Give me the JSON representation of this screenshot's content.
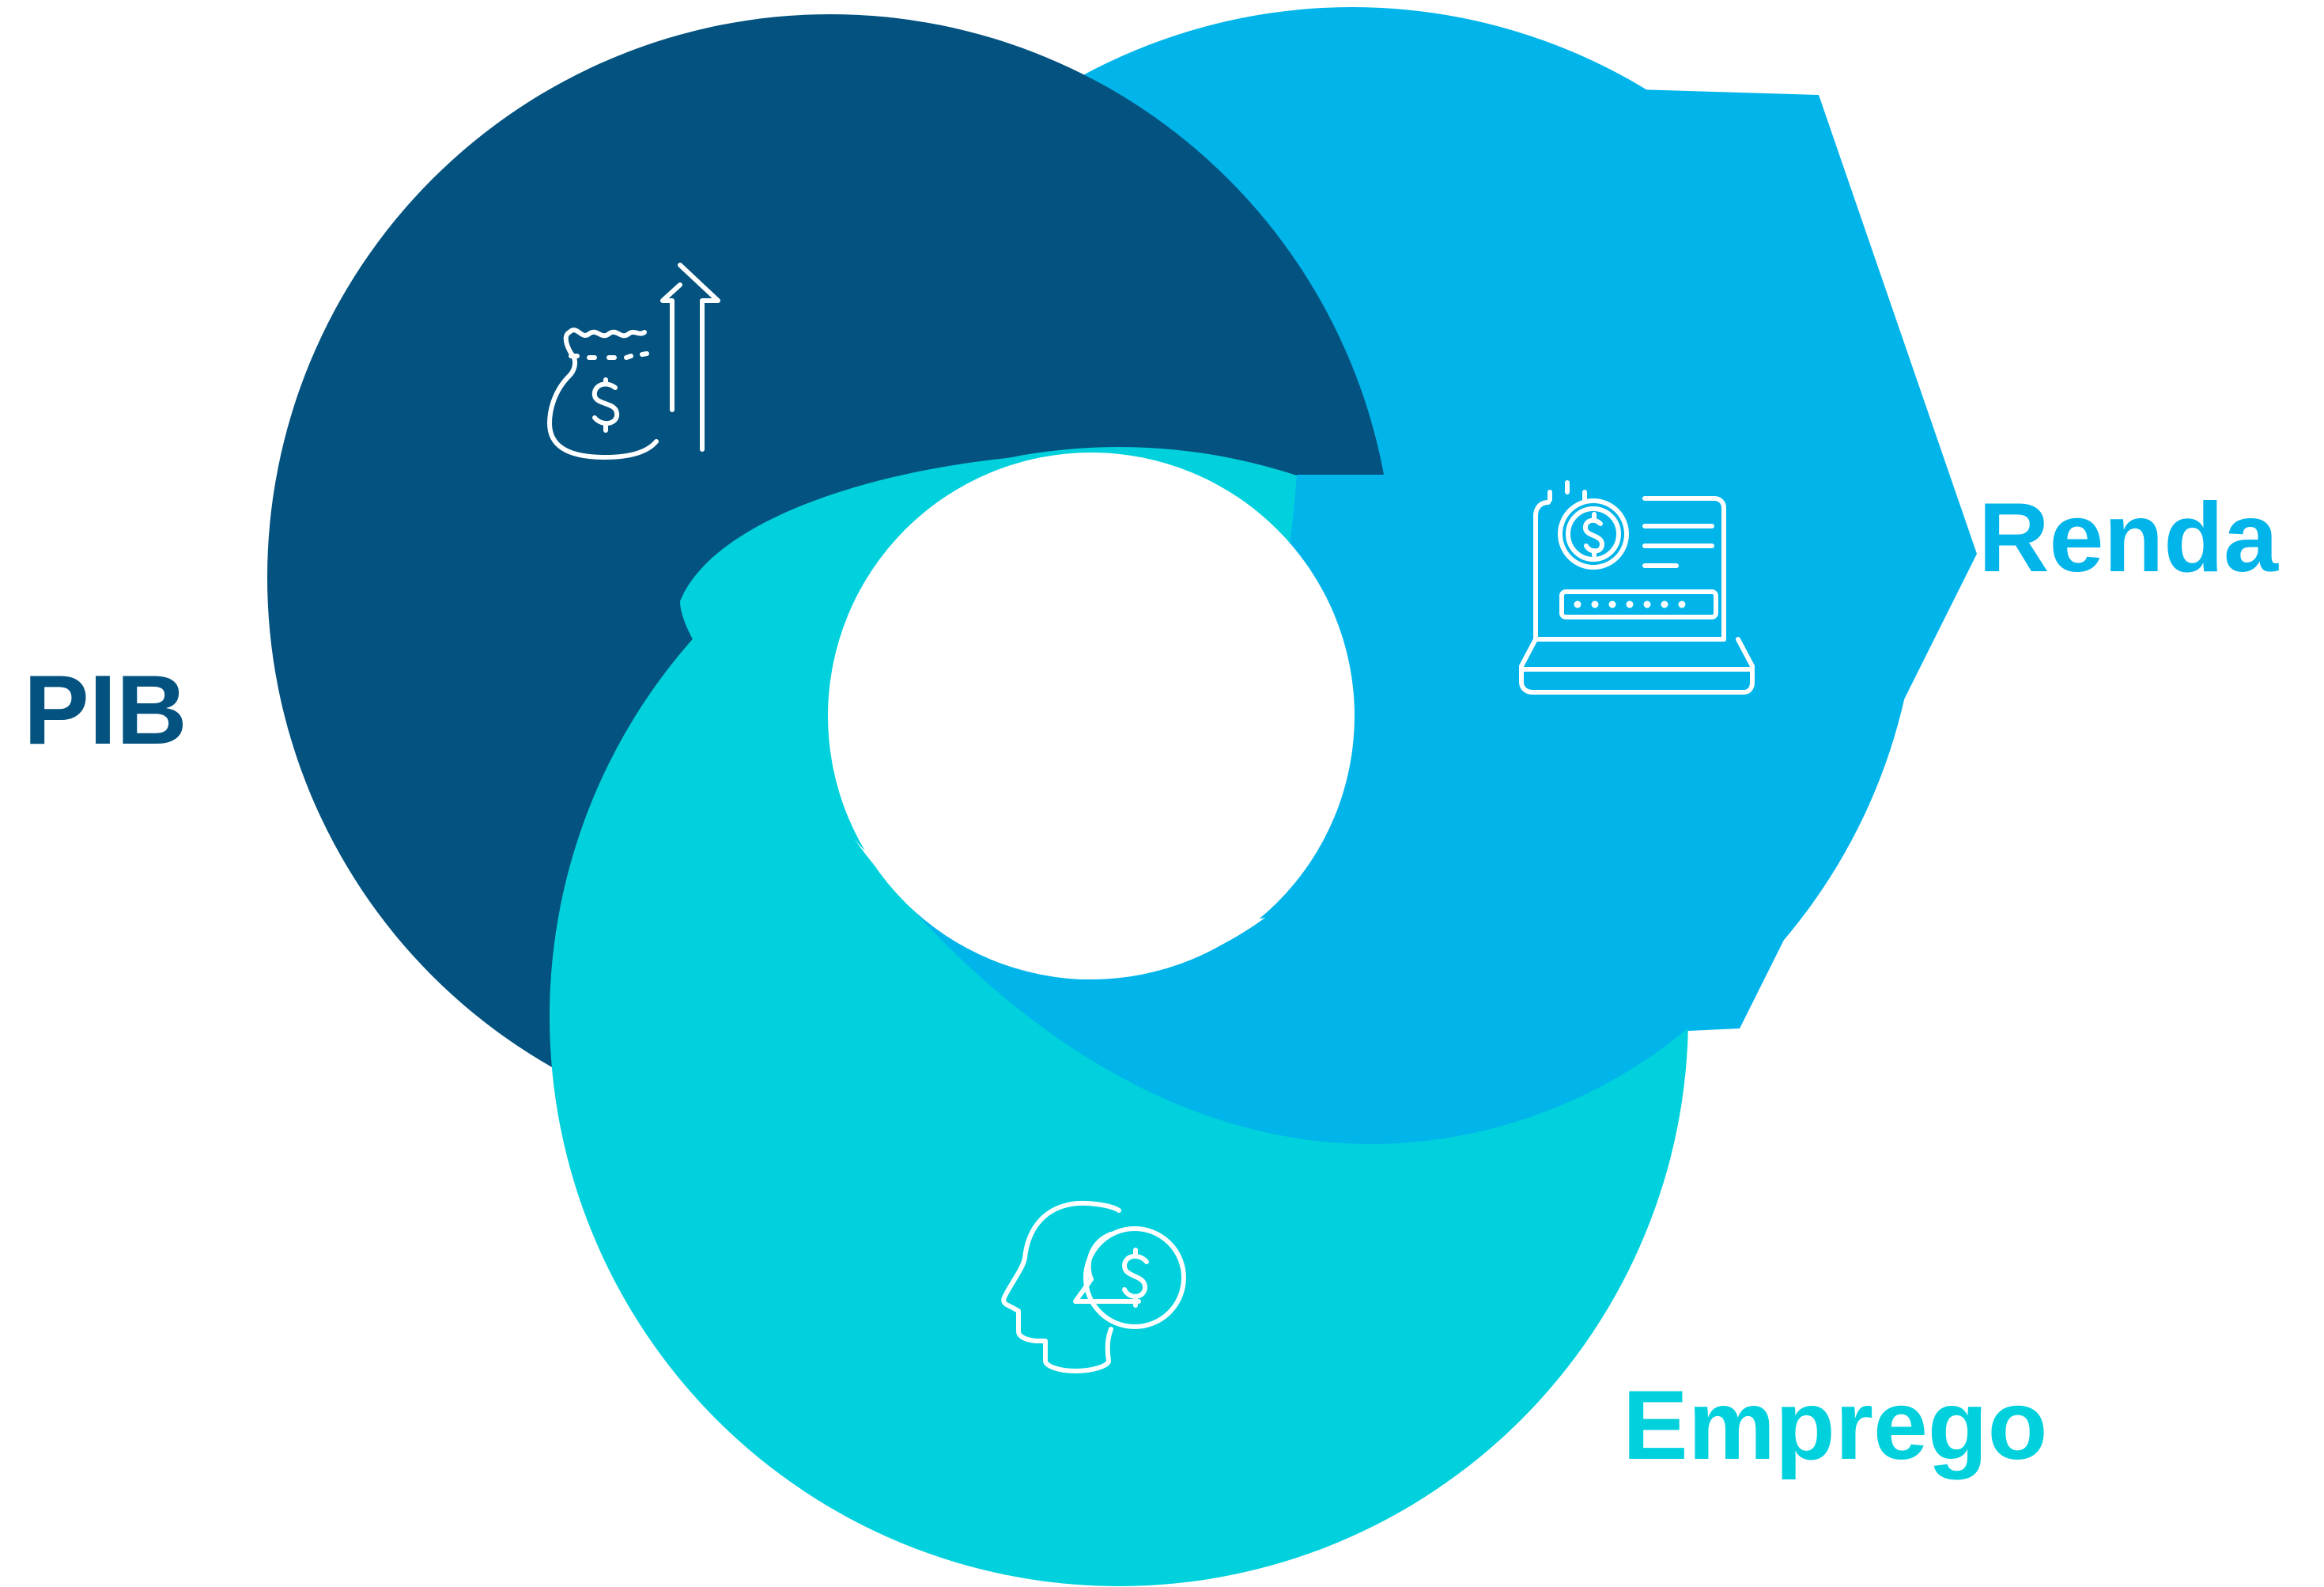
{
  "labels": {
    "pib": "PIB",
    "renda": "Renda",
    "emprego": "Emprego"
  },
  "colors": {
    "pib": "#03527F",
    "renda": "#01B4EA",
    "emprego": "#00D1DD",
    "icon": "#FFFFFF",
    "background": "#FFFFFF"
  },
  "icons": {
    "pib": "money-bag-up-arrow-icon",
    "renda": "laptop-dollar-icon",
    "emprego": "head-dollar-icon"
  }
}
